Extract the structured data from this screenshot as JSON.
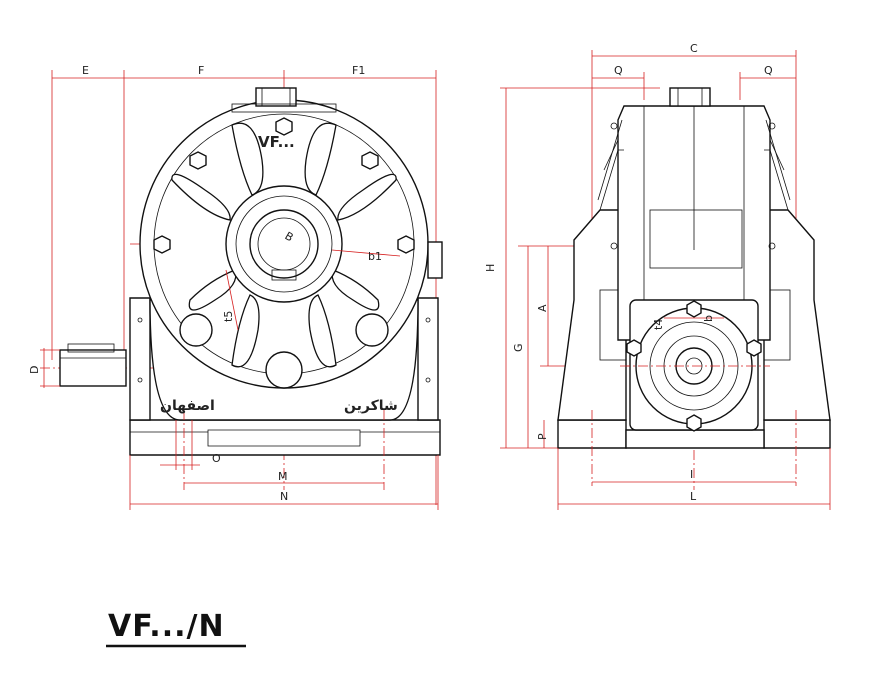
{
  "dimensions": {
    "E": "E",
    "F": "F",
    "F1": "F1",
    "C": "C",
    "Q": "Q",
    "H": "H",
    "G": "G",
    "A": "A",
    "P": "P",
    "D": "D",
    "O": "O",
    "M": "M",
    "N": "N",
    "I": "I",
    "L": "L",
    "B": "B",
    "b1": "b1",
    "t5": "t5",
    "t4": "t4",
    "b": "b"
  },
  "casting": {
    "model_mark": "VF...",
    "left_text": "اصفهان",
    "right_text": "شاکرین"
  },
  "caption": "VF.../N"
}
